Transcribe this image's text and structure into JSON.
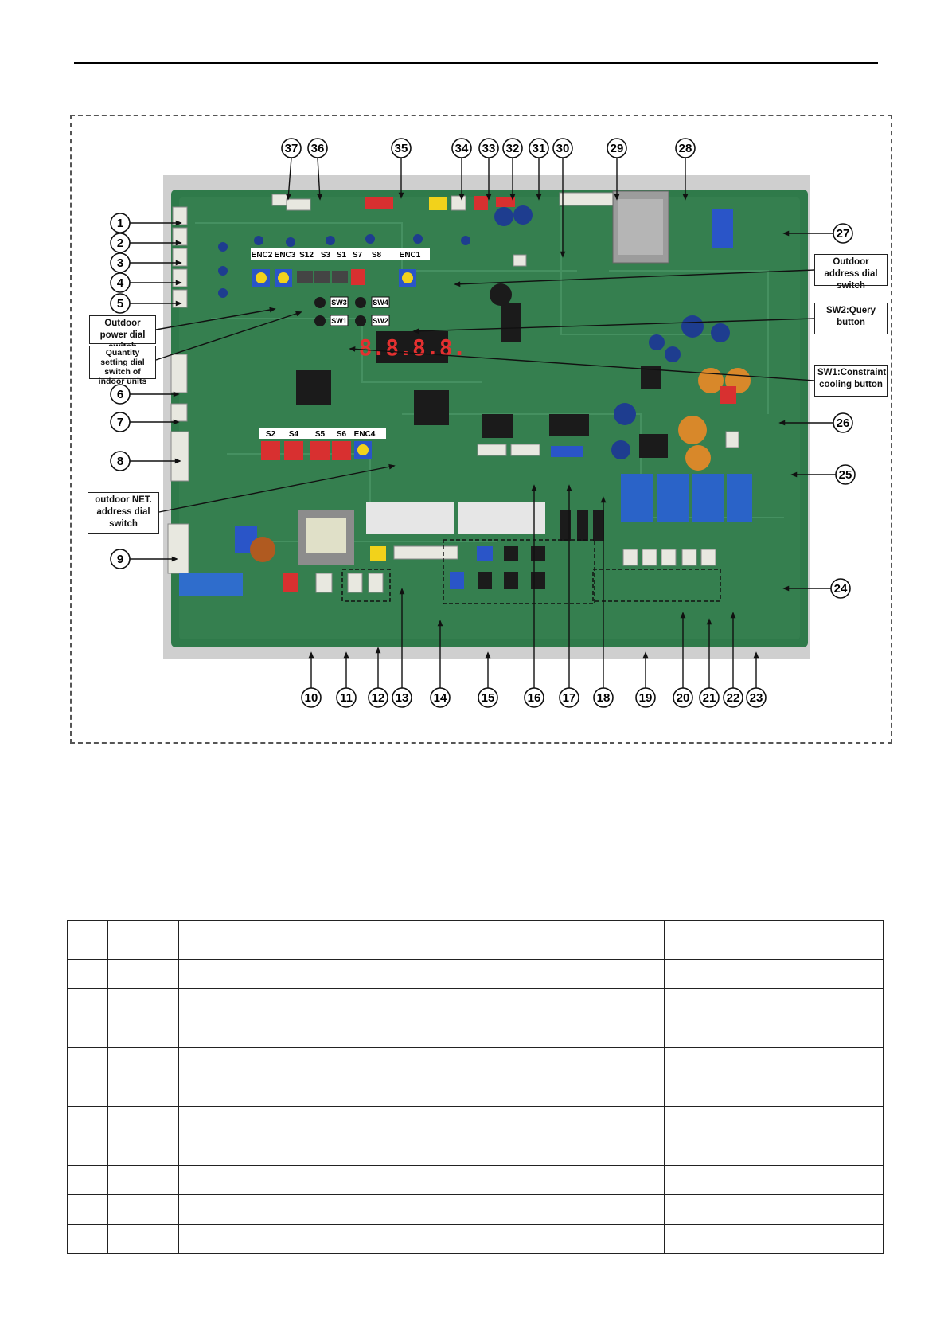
{
  "figure": {
    "callouts_top": [
      "37",
      "36",
      "35",
      "34",
      "33",
      "32",
      "31",
      "30",
      "29",
      "28"
    ],
    "callouts_left": [
      "1",
      "2",
      "3",
      "4",
      "5",
      "6",
      "7",
      "8",
      "9"
    ],
    "callouts_right": [
      "27",
      "26",
      "25",
      "24"
    ],
    "callouts_bottom": [
      "10",
      "11",
      "12",
      "13",
      "14",
      "15",
      "16",
      "17",
      "18",
      "19",
      "20",
      "21",
      "22",
      "23"
    ],
    "switch_labels": {
      "enc2": "ENC2",
      "enc3": "ENC3",
      "s12": "S12",
      "s3": "S3",
      "s1": "S1",
      "s7": "S7",
      "s8": "S8",
      "enc1": "ENC1",
      "sw3": "SW3",
      "sw4": "SW4",
      "sw1": "SW1",
      "sw2": "SW2",
      "s2": "S2",
      "s4": "S4",
      "s5": "S5",
      "s6": "S6",
      "enc4": "ENC4"
    },
    "annotations": {
      "outdoor_power": "Outdoor power dial switch",
      "quantity_setting": "Quantity setting dial switch of indoor units",
      "outdoor_net": "outdoor NET. address dial switch",
      "outdoor_address": "Outdoor address dial switch",
      "sw2_query": "SW2:Query button",
      "sw1_constraint": "SW1:Constraint cooling button"
    },
    "display_digits": "8.8.8.8."
  },
  "table": {
    "rows": 11,
    "cols": 4
  },
  "colors": {
    "pcb": "#2f7a4a",
    "pcb_dark": "#1e5a34",
    "connector": "#e8e8e0",
    "red": "#d83030",
    "blue": "#2a55c8",
    "yellow": "#f2d21b",
    "orange": "#d8882a"
  }
}
